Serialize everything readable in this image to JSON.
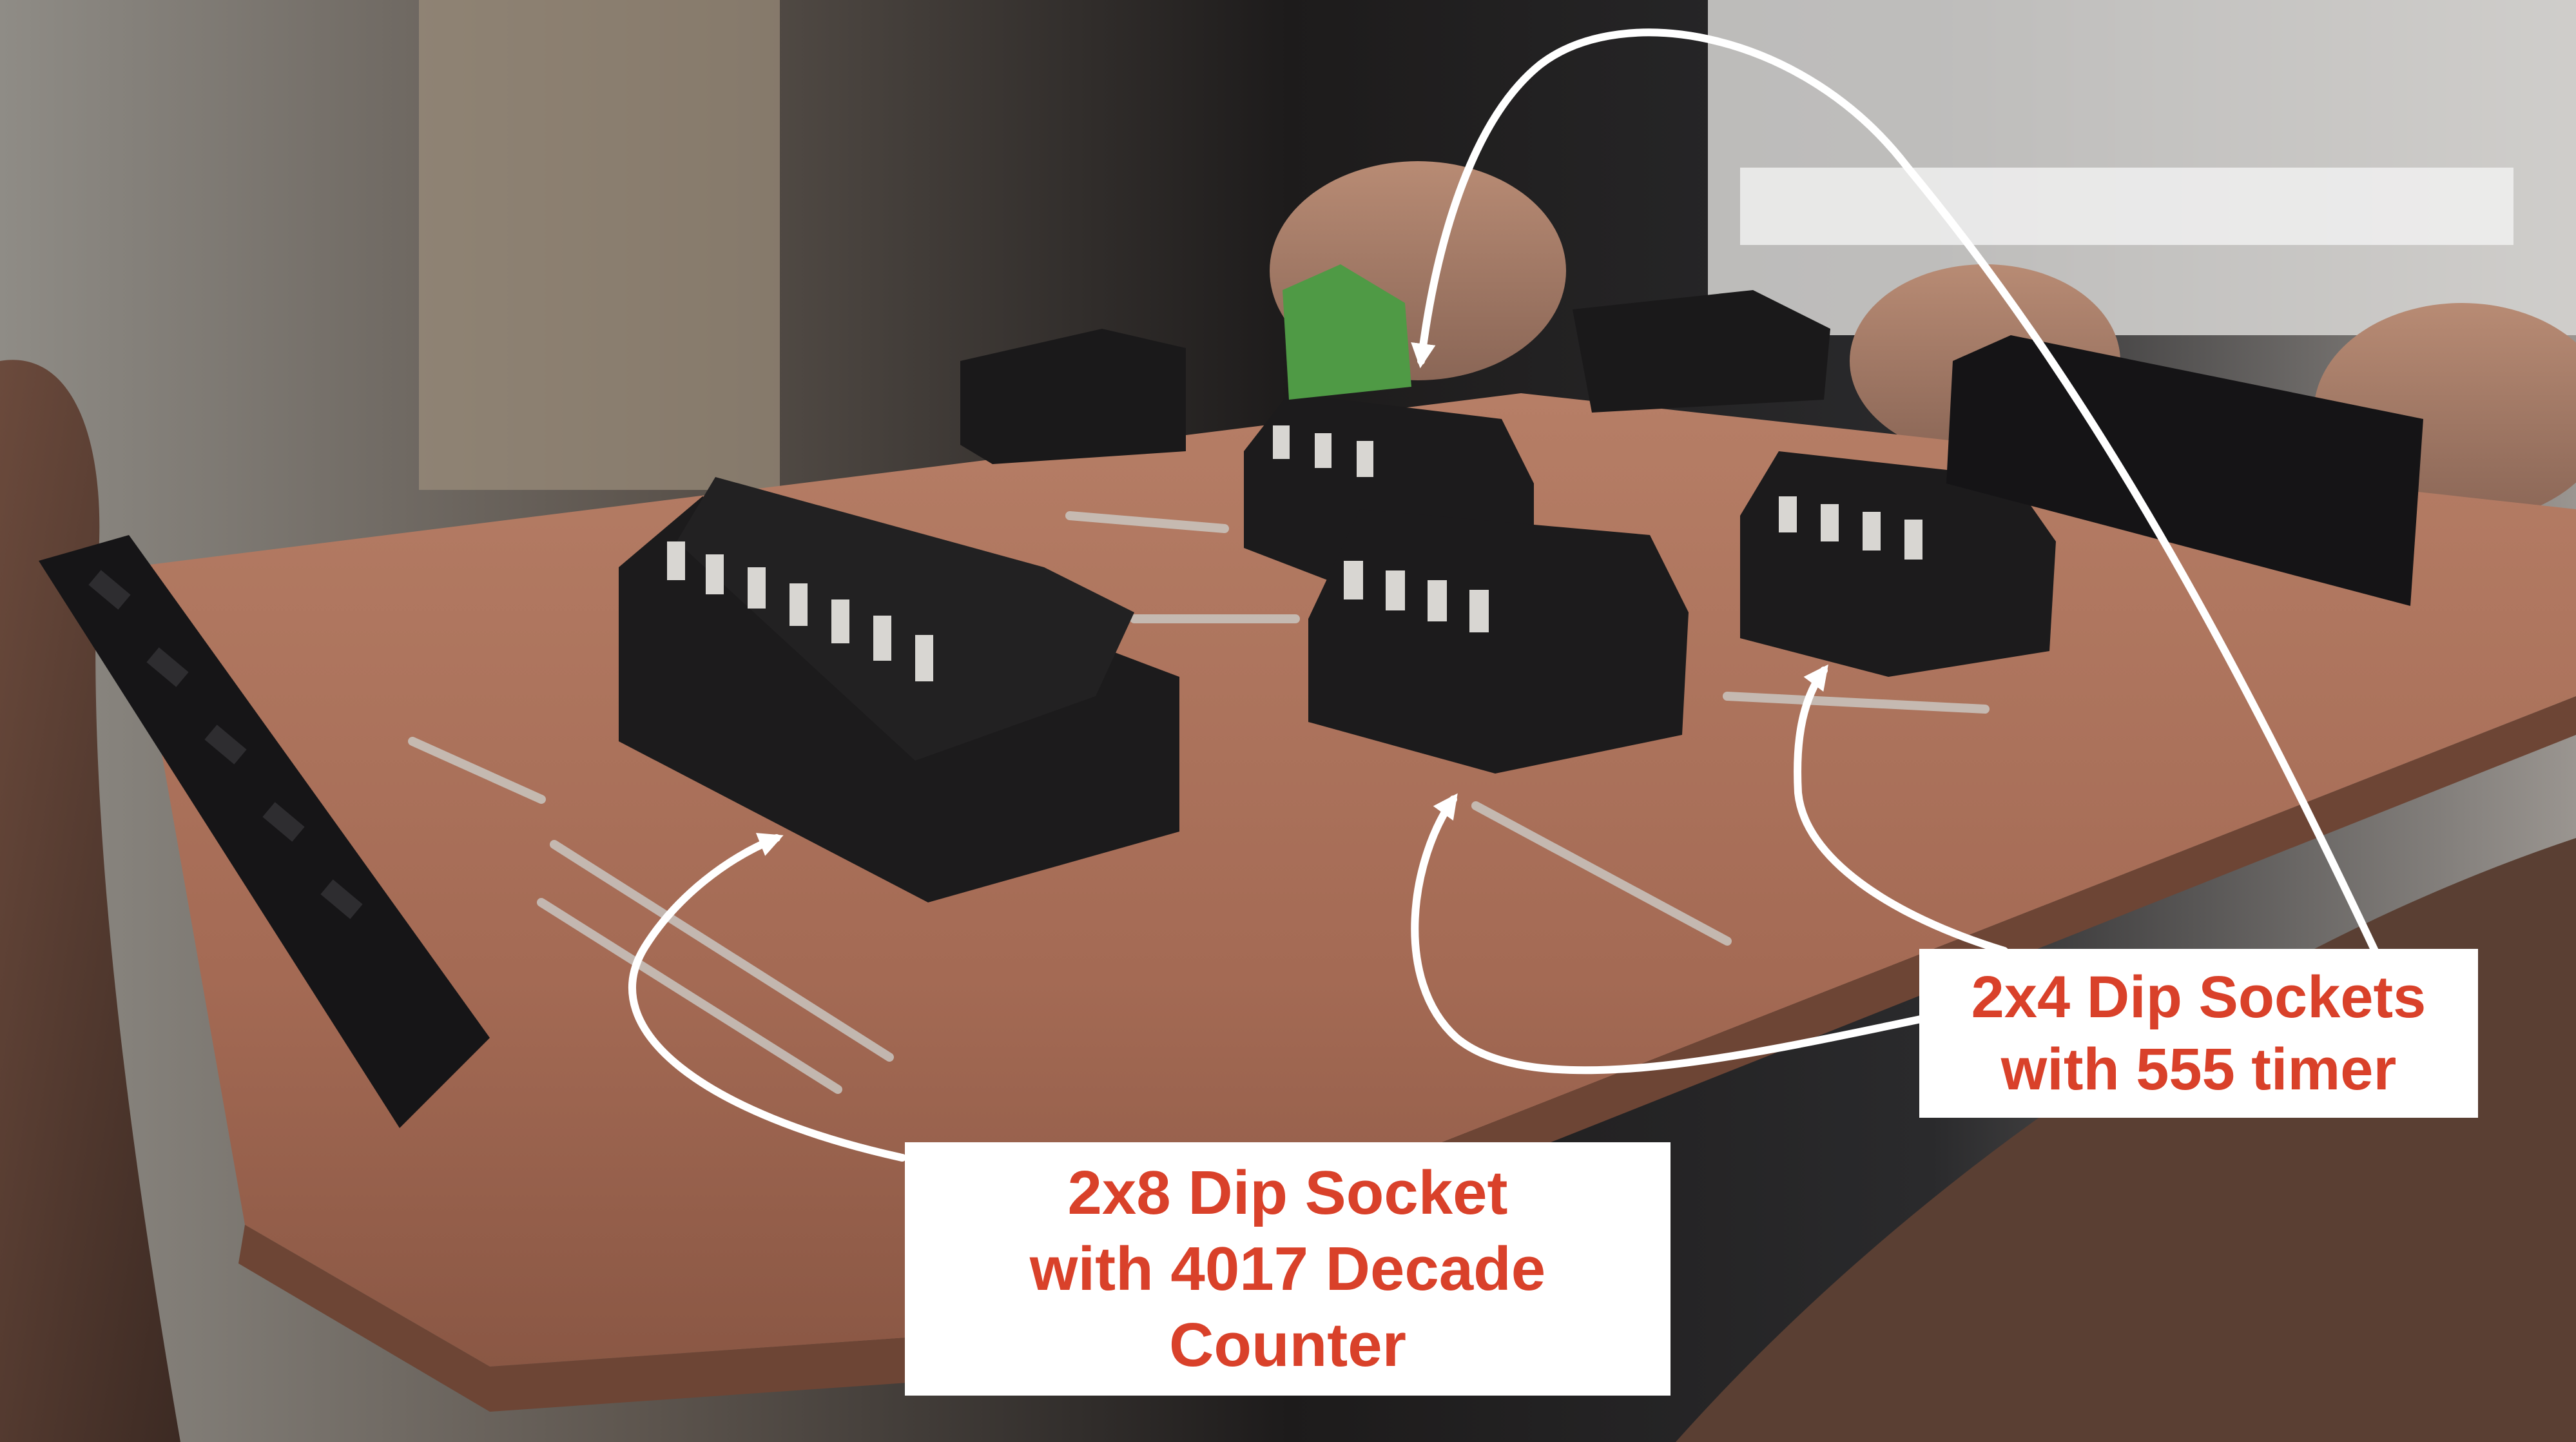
{
  "image": {
    "subject": "hand-etched copper PCB with black DIP sockets and ICs",
    "colors": {
      "label_text": "#d9412a",
      "label_background": "#ffffff",
      "arrow": "#ffffff",
      "copper_board": "#a8705a",
      "chip_body": "#1c1b1c"
    }
  },
  "callouts": [
    {
      "id": "2x8",
      "lines": [
        "2x8 Dip Socket",
        "with 4017 Decade",
        "Counter"
      ]
    },
    {
      "id": "2x4",
      "lines": [
        "2x4 Dip Sockets",
        "with 555 timer"
      ]
    }
  ]
}
